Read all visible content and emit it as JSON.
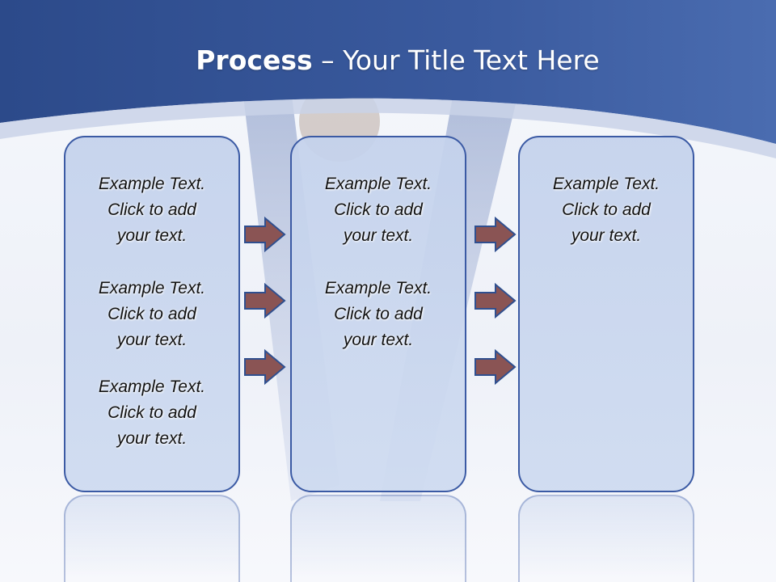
{
  "title": {
    "bold": "Process",
    "rest": " – Your Title Text Here"
  },
  "columns": [
    {
      "blocks": [
        {
          "lines": [
            "Example Text.",
            "Click  to add",
            "your text."
          ]
        },
        {
          "lines": [
            "Example Text.",
            "Click  to add",
            "your text."
          ]
        },
        {
          "lines": [
            "Example Text.",
            "Click  to add",
            "your text."
          ]
        }
      ]
    },
    {
      "blocks": [
        {
          "lines": [
            "Example Text.",
            "Click  to add",
            "your text."
          ]
        },
        {
          "lines": [
            "Example Text.",
            "Click  to add",
            "your text."
          ]
        }
      ]
    },
    {
      "blocks": [
        {
          "lines": [
            "Example Text.",
            "Click  to add",
            "your text."
          ]
        }
      ]
    }
  ],
  "icons": {
    "arrow": "right-arrow-icon"
  },
  "colors": {
    "header": "#2f4f8f",
    "panel_border": "#3b5aa4",
    "panel_fill": "#c8d5ee",
    "arrow_fill": "#8a5454"
  }
}
